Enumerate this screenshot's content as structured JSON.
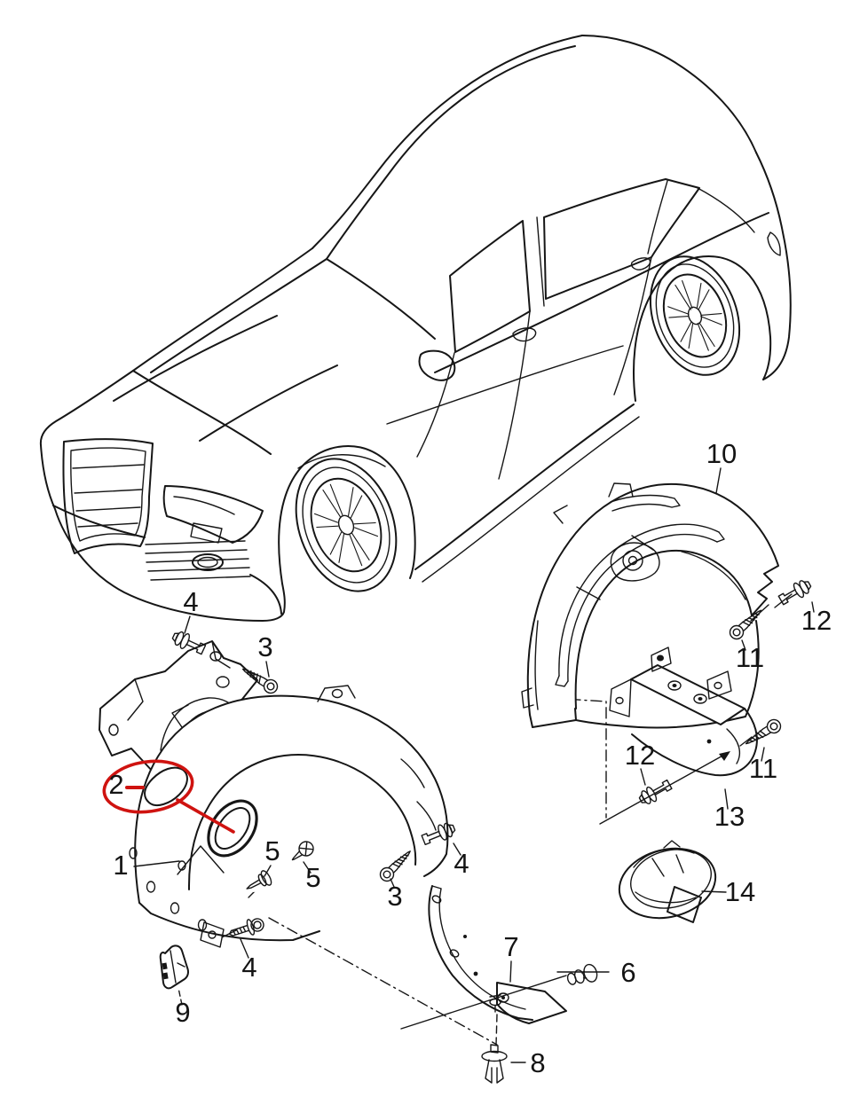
{
  "meta": {
    "background_color": "#ffffff",
    "ink_color": "#161616",
    "highlight_color": "#cf1310"
  },
  "callouts": [
    {
      "id": "front-bracket-clip",
      "label": "4"
    },
    {
      "id": "front-bracket-screw",
      "label": "3"
    },
    {
      "id": "highlighted-grommet",
      "label": "2"
    },
    {
      "id": "front-wheel-liner",
      "label": "1"
    },
    {
      "id": "push-pin",
      "label": "5"
    },
    {
      "id": "liner-screw",
      "label": "5"
    },
    {
      "id": "liner-front-screw",
      "label": "3"
    },
    {
      "id": "liner-clip",
      "label": "4"
    },
    {
      "id": "liner-bolt",
      "label": "4"
    },
    {
      "id": "retainer-bracket",
      "label": "9"
    },
    {
      "id": "trim-strip",
      "label": "7"
    },
    {
      "id": "trim-clip",
      "label": "6"
    },
    {
      "id": "expander-rivet",
      "label": "8"
    },
    {
      "id": "rear-wheel-liner",
      "label": "10"
    },
    {
      "id": "rear-liner-screw",
      "label": "11"
    },
    {
      "id": "rear-liner-clip",
      "label": "12"
    },
    {
      "id": "bracket-clip",
      "label": "12"
    },
    {
      "id": "bracket-screw",
      "label": "11"
    },
    {
      "id": "stone-guard-bracket",
      "label": "13"
    },
    {
      "id": "cap",
      "label": "14"
    }
  ]
}
